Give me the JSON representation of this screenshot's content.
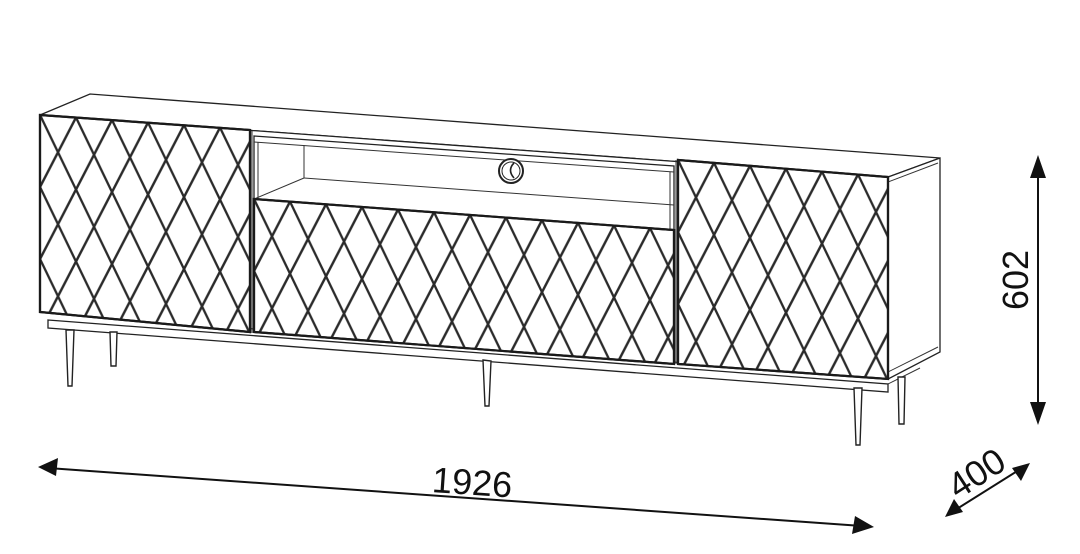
{
  "drawing": {
    "subject": "TV cabinet with three lattice-pattern doors and open shelf",
    "line_color": "#222222",
    "background": "#ffffff"
  },
  "dimensions": {
    "width": {
      "label": "1926",
      "unit": "mm"
    },
    "height": {
      "label": "602",
      "unit": "mm"
    },
    "depth": {
      "label": "400",
      "unit": "mm"
    }
  },
  "parts": {
    "doors": [
      {
        "id": "left-door",
        "pattern": "diamond-lattice"
      },
      {
        "id": "center-flap",
        "pattern": "diamond-lattice"
      },
      {
        "id": "right-door",
        "pattern": "diamond-lattice"
      }
    ],
    "open_shelf": {
      "has_cable_grommet": true
    },
    "legs": 5
  }
}
